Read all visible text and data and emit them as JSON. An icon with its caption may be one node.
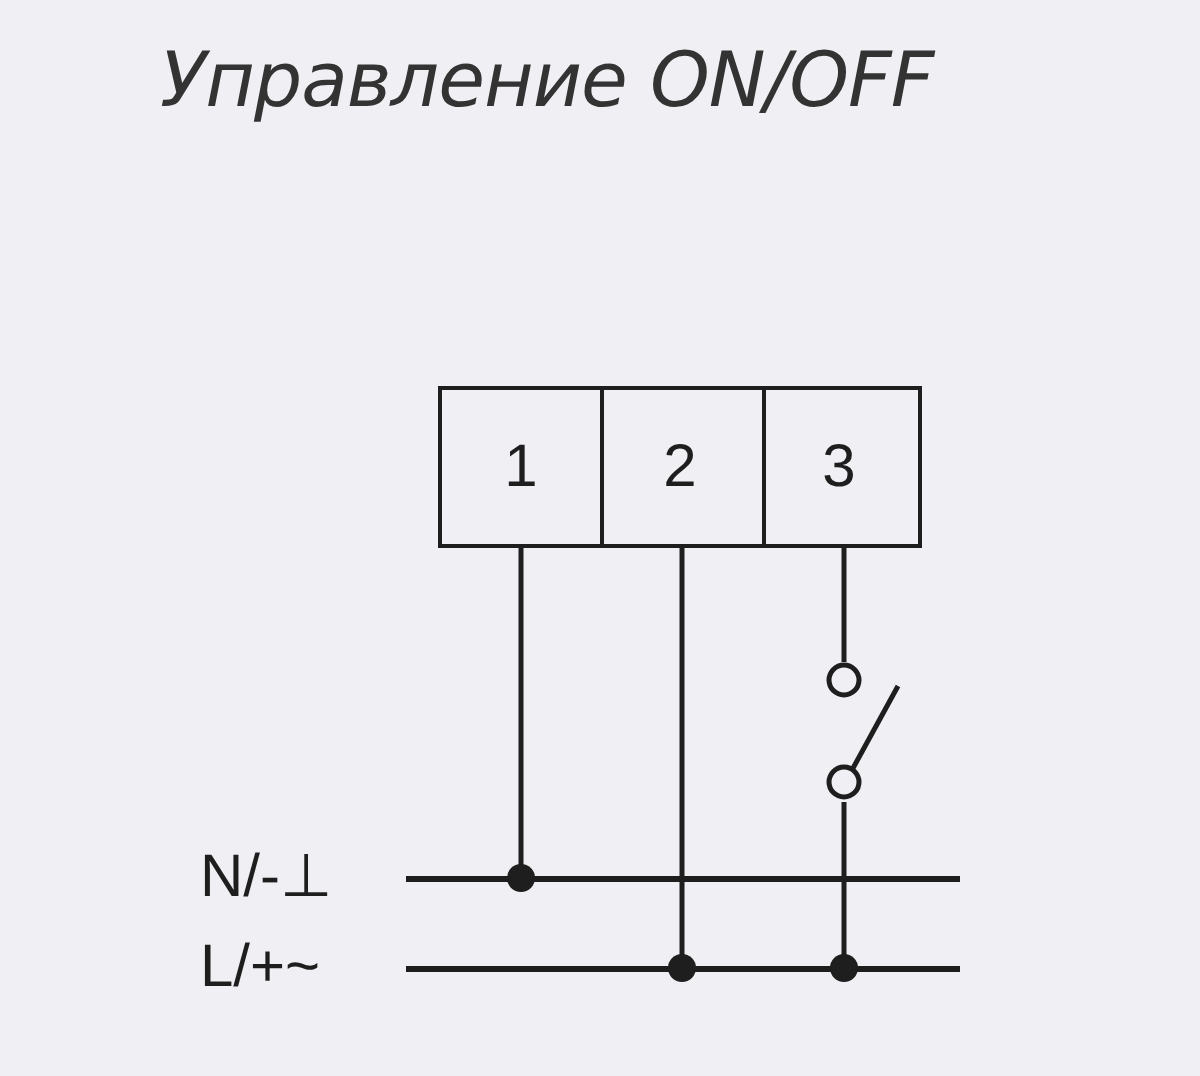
{
  "diagram": {
    "title": "Управление ON/OFF",
    "nodes": [
      {
        "text": [
          "1"
        ]
      },
      {
        "text": [
          "2"
        ]
      },
      {
        "text": [
          "3"
        ]
      },
      {
        "text": [],
        "shape": "bar",
        "beside": [
          "N/-⊥"
        ]
      },
      {
        "text": [],
        "shape": "bar",
        "beside": [
          "L/+~"
        ]
      },
      {
        "text": [],
        "shape": "switch"
      }
    ],
    "edges": [
      {
        "from": 0,
        "to": 3,
        "arrow": "other"
      },
      {
        "from": 1,
        "to": 4,
        "arrow": "other"
      },
      {
        "from": 2,
        "to": 5,
        "arrow": "none"
      },
      {
        "from": 5,
        "to": 4,
        "arrow": "other"
      }
    ]
  }
}
